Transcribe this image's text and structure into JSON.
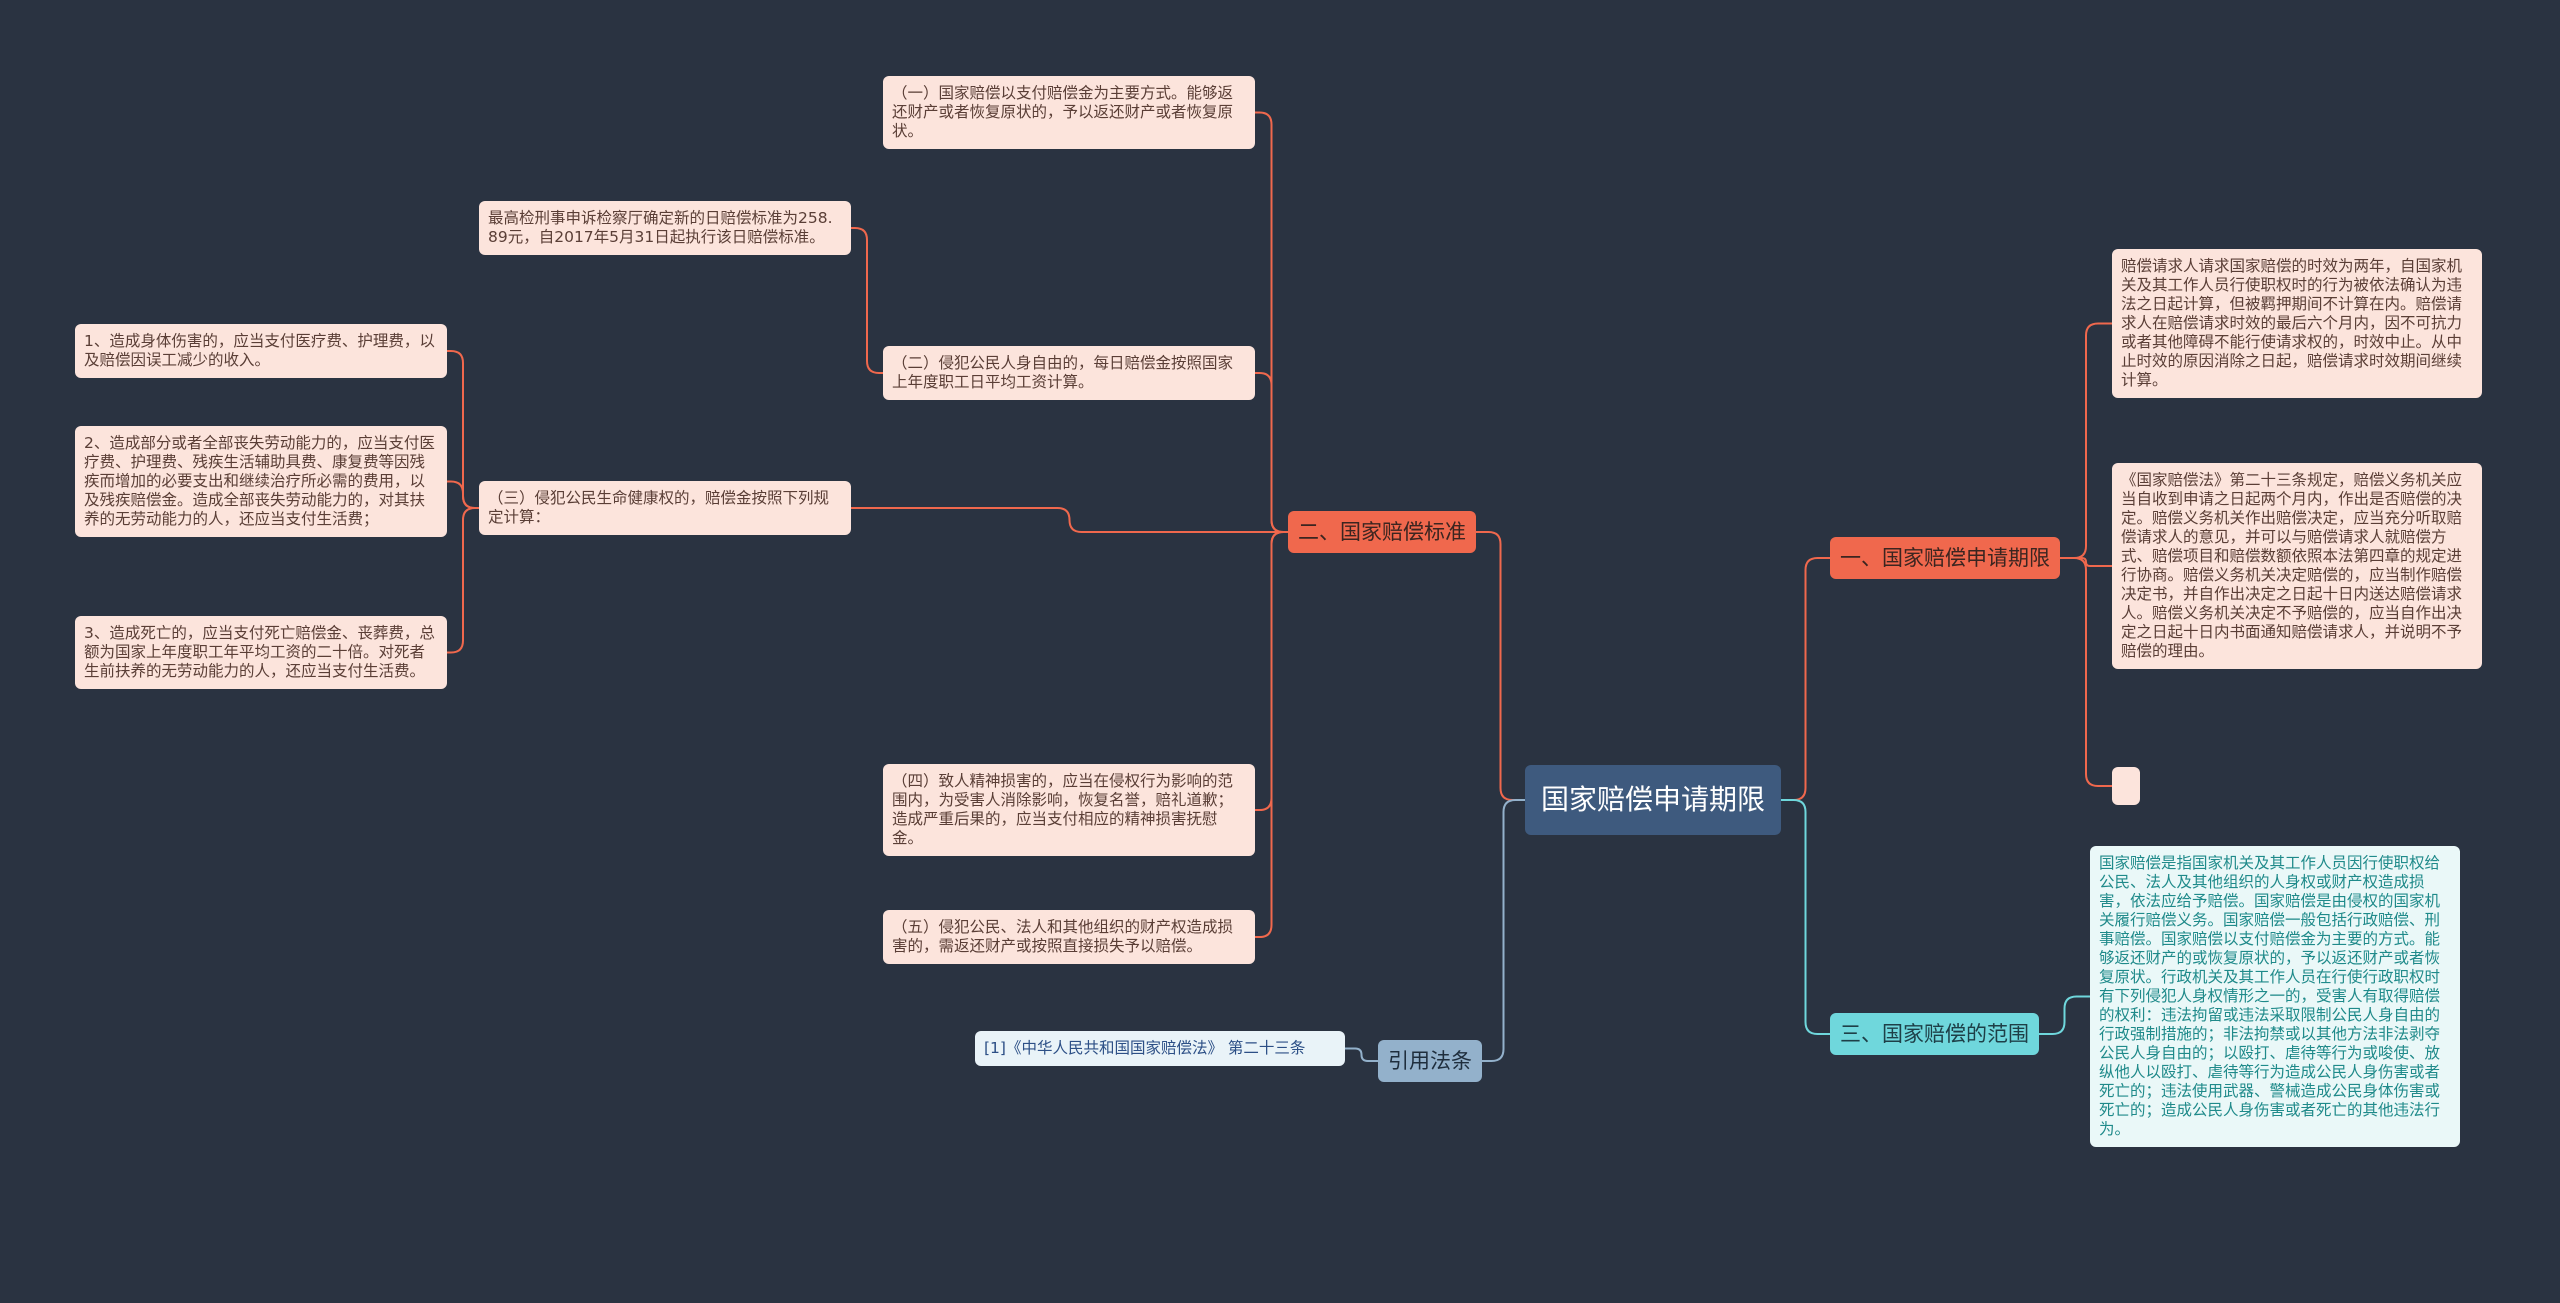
{
  "central": "国家赔偿申请期限",
  "branches": {
    "b1": "一、国家赔偿申请期限",
    "b2": "二、国家赔偿标准",
    "b3": "三、国家赔偿的范围",
    "b4": "引用法条"
  },
  "b1_children": {
    "c1": "赔偿请求人请求国家赔偿的时效为两年，自国家机关及其工作人员行使职权时的行为被依法确认为违法之日起计算，但被羁押期间不计算在内。赔偿请求人在赔偿请求时效的最后六个月内，因不可抗力或者其他障碍不能行使请求权的，时效中止。从中止时效的原因消除之日起，赔偿请求时效期间继续计算。",
    "c2": "《国家赔偿法》第二十三条规定，赔偿义务机关应当自收到申请之日起两个月内，作出是否赔偿的决定。赔偿义务机关作出赔偿决定，应当充分听取赔偿请求人的意见，并可以与赔偿请求人就赔偿方式、赔偿项目和赔偿数额依照本法第四章的规定进行协商。赔偿义务机关决定赔偿的，应当制作赔偿决定书，并自作出决定之日起十日内送达赔偿请求人。赔偿义务机关决定不予赔偿的，应当自作出决定之日起十日内书面通知赔偿请求人，并说明不予赔偿的理由。",
    "c3": ""
  },
  "b2_children": {
    "s1": "（一）国家赔偿以支付赔偿金为主要方式。能够返还财产或者恢复原状的，予以返还财产或者恢复原状。",
    "s2": "（二）侵犯公民人身自由的，每日赔偿金按照国家上年度职工日平均工资计算。",
    "s2_child": "最高检刑事申诉检察厅确定新的日赔偿标准为258.89元，自2017年5月31日起执行该日赔偿标准。",
    "s3": "（三）侵犯公民生命健康权的，赔偿金按照下列规定计算：",
    "s3_children": [
      "1、造成身体伤害的，应当支付医疗费、护理费，以及赔偿因误工减少的收入。",
      "2、造成部分或者全部丧失劳动能力的，应当支付医疗费、护理费、残疾生活辅助具费、康复费等因残疾而增加的必要支出和继续治疗所必需的费用，以及残疾赔偿金。造成全部丧失劳动能力的，对其扶养的无劳动能力的人，还应当支付生活费；",
      "3、造成死亡的，应当支付死亡赔偿金、丧葬费，总额为国家上年度职工年平均工资的二十倍。对死者生前扶养的无劳动能力的人，还应当支付生活费。"
    ],
    "s4": "（四）致人精神损害的，应当在侵权行为影响的范围内，为受害人消除影响，恢复名誉，赔礼道歉；造成严重后果的，应当支付相应的精神损害抚慰金。",
    "s5": "（五）侵犯公民、法人和其他组织的财产权造成损害的，需返还财产或按照直接损失予以赔偿。"
  },
  "b3_children": {
    "r1": "国家赔偿是指国家机关及其工作人员因行使职权给公民、法人及其他组织的人身权或财产权造成损害，依法应给予赔偿。国家赔偿是由侵权的国家机关履行赔偿义务。国家赔偿一般包括行政赔偿、刑事赔偿。国家赔偿以支付赔偿金为主要的方式。能够返还财产的或恢复原状的，予以返还财产或者恢复原状。行政机关及其工作人员在行使行政职权时有下列侵犯人身权情形之一的，受害人有取得赔偿的权利：违法拘留或违法采取限制公民人身自由的行政强制措施的；非法拘禁或以其他方法非法剥夺公民人身自由的；以殴打、虐待等行为或唆使、放纵他人以殴打、虐待等行为造成公民人身伤害或者死亡的；违法使用武器、警械造成公民身体伤害或死亡的；造成公民人身伤害或者死亡的其他违法行为。"
  },
  "b4_children": {
    "l1": "[1]《中华人民共和国国家赔偿法》 第二十三条"
  },
  "colors": {
    "background": "#2a3341",
    "orange_branch": "#f0684d",
    "cyan_branch": "#6fd7dc",
    "steel_branch": "#93b1cb",
    "central": "#3e5a7e",
    "leaf_orange": "#fce4dc",
    "leaf_cyan": "#eaf8f8",
    "leaf_blue": "#e9f3f8"
  }
}
